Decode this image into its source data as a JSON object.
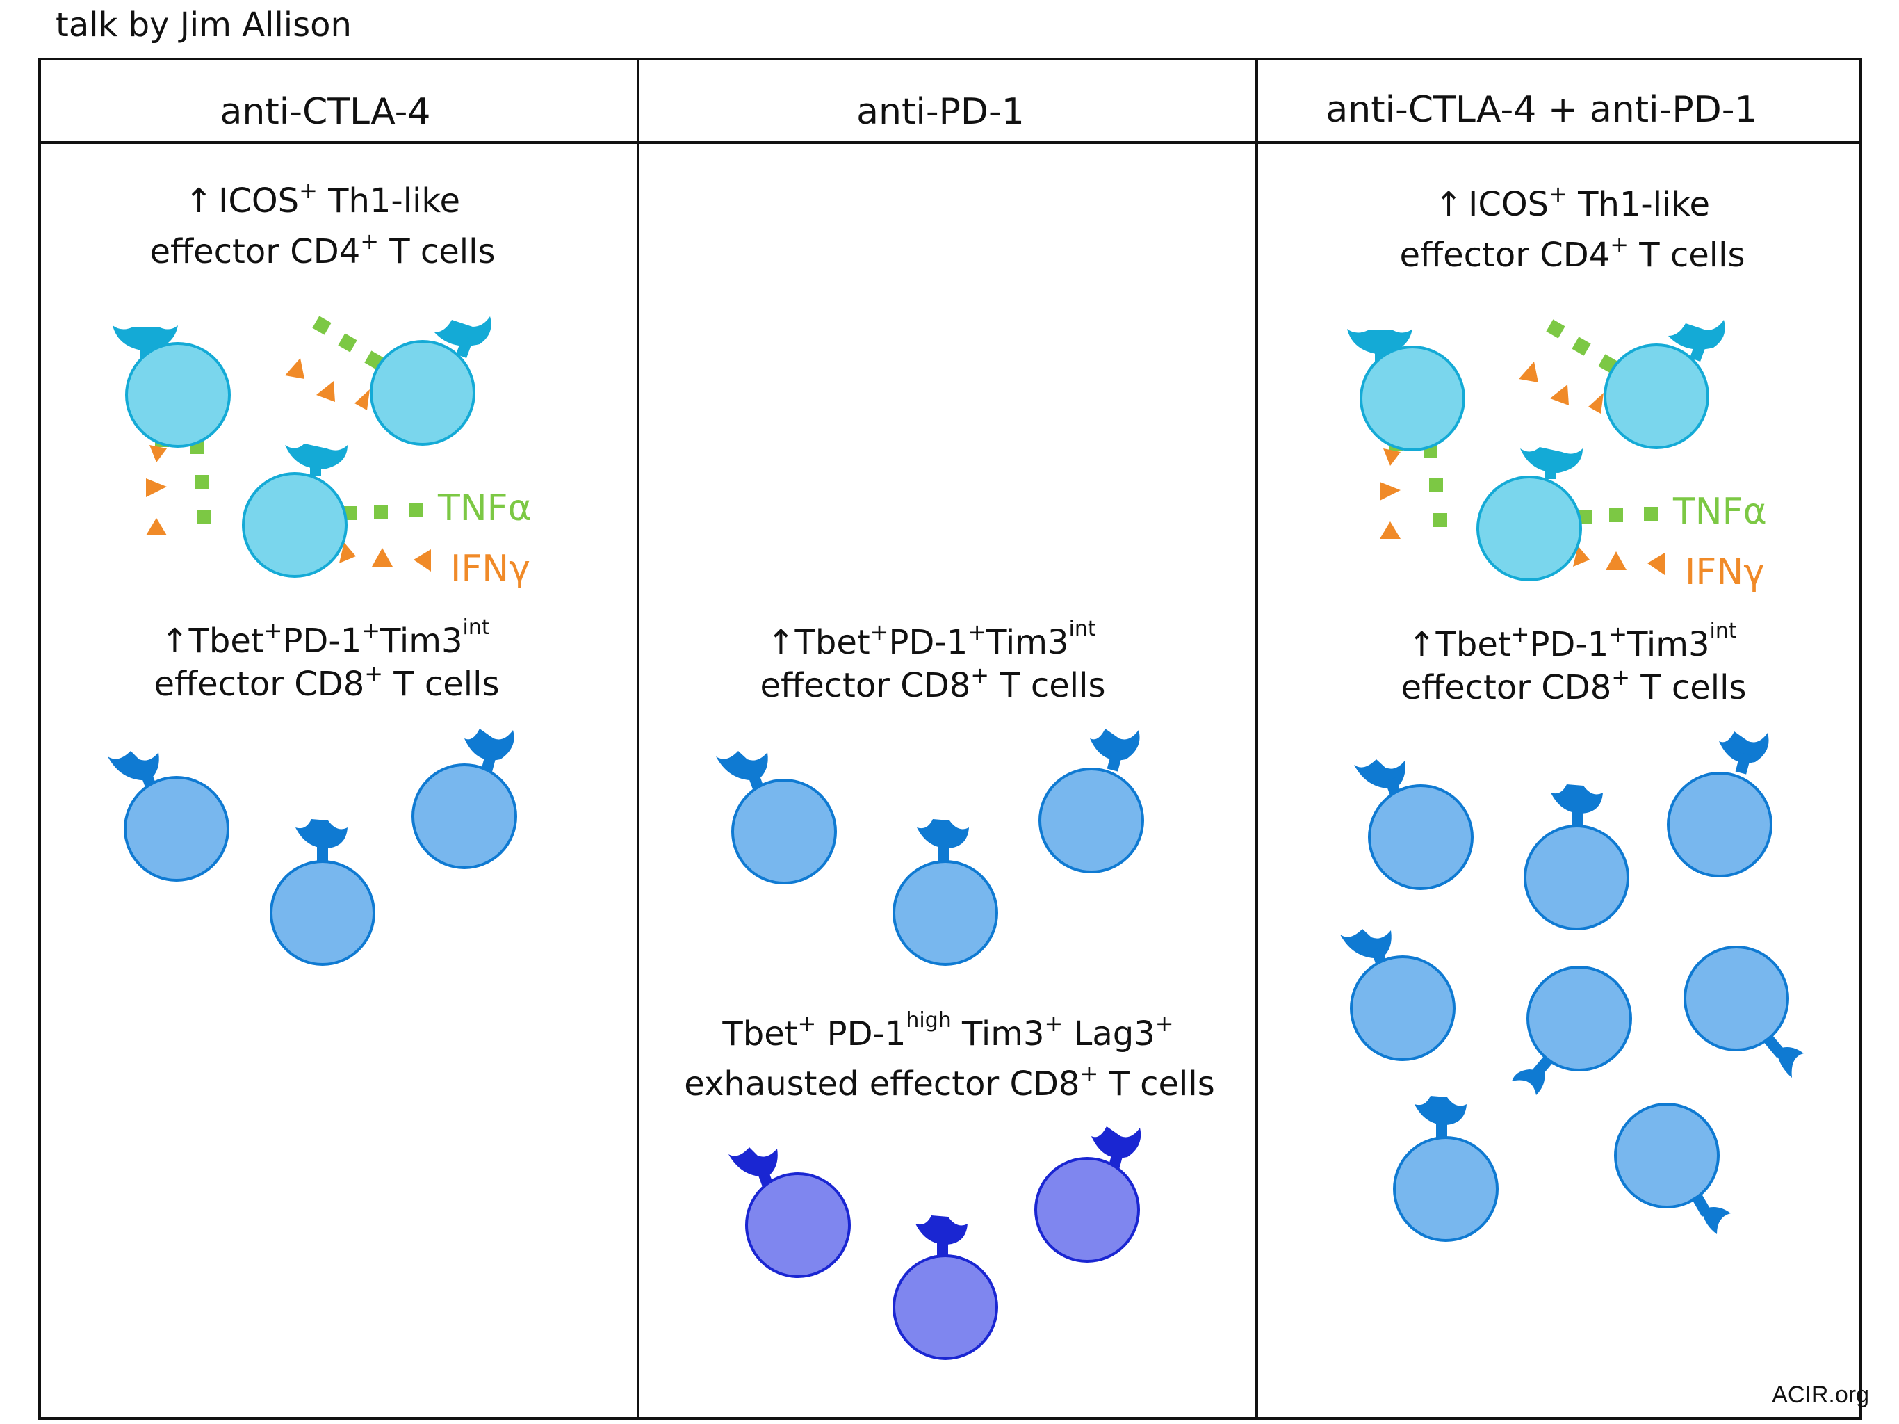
{
  "header_note": "talk by Jim Allison",
  "credit": "ACIR.org",
  "colors": {
    "cd4_cell": "#7ad6ed",
    "cd4_edge": "#14aad6",
    "cd4_receptor": "#14aad6",
    "cd8_cell": "#78b7ee",
    "cd8_edge": "#0f7ad2",
    "cd8_receptor": "#0f7ad2",
    "exhausted_cell": "#7f86ef",
    "exhausted_edge": "#1a26d2",
    "exhausted_receptor": "#1a26d2",
    "tnf": "#7cc844",
    "ifn": "#f08a28"
  },
  "columns": [
    {
      "title": "anti-CTLA-4",
      "cd4_arrow": "↑",
      "cd4_line1_a": "ICOS",
      "cd4_line1_sup": "+",
      "cd4_line1_b": " Th1-like",
      "cd4_line2_a": "effector CD4",
      "cd4_line2_sup": "+",
      "cd4_line2_b": " T cells",
      "tnf_label": "TNFα",
      "ifn_label": "IFNγ",
      "cd8_arrow": "↑",
      "cd8_l1_a": "Tbet",
      "cd8_l1_s1": "+",
      "cd8_l1_b": "PD-1",
      "cd8_l1_s2": "+",
      "cd8_l1_c": "Tim3",
      "cd8_l1_s3": "int",
      "cd8_l2_a": "effector  CD8",
      "cd8_l2_sup": "+",
      "cd8_l2_b": " T cells"
    },
    {
      "title": "anti-PD-1",
      "cd8_arrow": "↑",
      "cd8_l1_a": "Tbet",
      "cd8_l1_s1": "+",
      "cd8_l1_b": "PD-1",
      "cd8_l1_s2": "+",
      "cd8_l1_c": "Tim3",
      "cd8_l1_s3": "int",
      "cd8_l2_a": "effector  CD8",
      "cd8_l2_sup": "+",
      "cd8_l2_b": " T cells",
      "exh_l1_a": "Tbet",
      "exh_l1_s1": "+",
      "exh_l1_b": " PD-1",
      "exh_l1_s2": "high",
      "exh_l1_c": " Tim3",
      "exh_l1_s3": "+",
      "exh_l1_d": " Lag3",
      "exh_l1_s4": "+",
      "exh_l2_a": "exhausted  effector  CD8",
      "exh_l2_sup": "+",
      "exh_l2_b": " T cells"
    },
    {
      "title": "anti-CTLA-4  +  anti-PD-1",
      "cd4_arrow": "↑",
      "cd4_line1_a": "ICOS",
      "cd4_line1_sup": "+",
      "cd4_line1_b": " Th1-like",
      "cd4_line2_a": "effector CD4",
      "cd4_line2_sup": "+",
      "cd4_line2_b": " T cells",
      "tnf_label": "TNFα",
      "ifn_label": "IFNγ",
      "cd8_arrow": "↑",
      "cd8_l1_a": "Tbet",
      "cd8_l1_s1": "+",
      "cd8_l1_b": "PD-1",
      "cd8_l1_s2": "+",
      "cd8_l1_c": "Tim3",
      "cd8_l1_s3": "int",
      "cd8_l2_a": "effector  CD8",
      "cd8_l2_sup": "+",
      "cd8_l2_b": " T cells"
    }
  ]
}
